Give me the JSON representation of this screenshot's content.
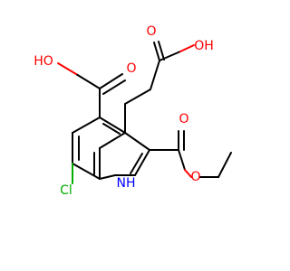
{
  "atoms": {
    "cooh_left_oh": "HO",
    "cooh_left_o": "O",
    "cooh_top_o": "O",
    "cooh_top_oh": "OH",
    "ester_carbonyl_o": "O",
    "ester_o": "O",
    "nh": "NH",
    "cl": "Cl"
  },
  "colors": {
    "bond": "#000000",
    "oxygen": "#ff0000",
    "nitrogen": "#0000ff",
    "chlorine": "#00b000",
    "background": "#ffffff"
  }
}
